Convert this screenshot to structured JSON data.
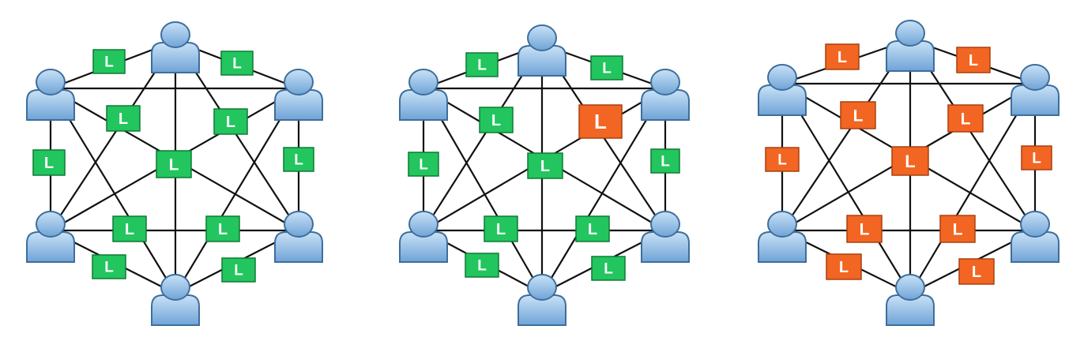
{
  "diagram": {
    "ledger_label": "L",
    "colors": {
      "valid": "#22c55e",
      "valid_border": "#0f7a35",
      "tampered": "#f26522",
      "tampered_border": "#a8410f",
      "edge": "#111111",
      "node_fill_top": "#b9d8f3",
      "node_fill_bottom": "#6fa8dc",
      "node_stroke": "#3d6e9c"
    },
    "icons": {
      "node": "user-icon",
      "ledger": "ledger-box"
    },
    "networks": [
      {
        "id": "all-valid",
        "ledger_states": [
          "valid",
          "valid",
          "valid",
          "valid",
          "valid",
          "valid",
          "valid",
          "valid",
          "valid",
          "valid",
          "valid",
          "valid",
          "valid"
        ]
      },
      {
        "id": "one-tampered",
        "ledger_states": [
          "valid",
          "valid",
          "valid",
          "tampered",
          "valid",
          "valid",
          "valid",
          "valid",
          "valid",
          "valid",
          "valid",
          "valid",
          "valid"
        ]
      },
      {
        "id": "all-tampered",
        "ledger_states": [
          "tampered",
          "tampered",
          "tampered",
          "tampered",
          "tampered",
          "tampered",
          "tampered",
          "tampered",
          "tampered",
          "tampered",
          "tampered",
          "tampered",
          "tampered"
        ]
      }
    ]
  }
}
